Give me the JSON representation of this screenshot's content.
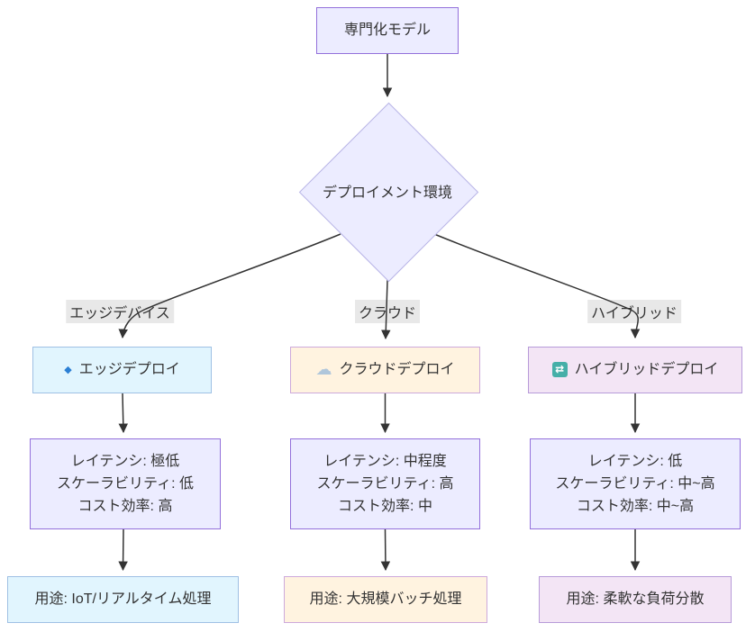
{
  "diagram": {
    "root": {
      "label": "専門化モデル"
    },
    "decision": {
      "label": "デプロイメント環境"
    },
    "branches": [
      {
        "edge_label": "エッジデバイス",
        "deploy": {
          "icon": "small-blue-diamond-icon",
          "icon_glyph": "◆",
          "label": "エッジデプロイ"
        },
        "details": [
          "レイテンシ: 極低",
          "スケーラビリティ: 低",
          "コスト効率: 高"
        ],
        "usage": "用途: IoT/リアルタイム処理"
      },
      {
        "edge_label": "クラウド",
        "deploy": {
          "icon": "cloud-icon",
          "icon_glyph": "☁",
          "label": "クラウドデプロイ"
        },
        "details": [
          "レイテンシ: 中程度",
          "スケーラビリティ: 高",
          "コスト効率: 中"
        ],
        "usage": "用途: 大規模バッチ処理"
      },
      {
        "edge_label": "ハイブリッド",
        "deploy": {
          "icon": "sync-arrows-icon",
          "icon_glyph": "⇄",
          "label": "ハイブリッドデプロイ"
        },
        "details": [
          "レイテンシ: 低",
          "スケーラビリティ: 中~高",
          "コスト効率: 中~高"
        ],
        "usage": "用途: 柔軟な負荷分散"
      }
    ]
  },
  "colors": {
    "node_fill": "#ECECFF",
    "node_border": "#9370DB",
    "diamond_border": "#B9B5E6",
    "edge_fill": "#E1F5FE",
    "edge_border": "#9FC0E4",
    "cloud_fill": "#FFF3E0",
    "cloud_border": "#CDA9DB",
    "hybrid_fill": "#F3E5F5",
    "hybrid_border": "#B79BD9",
    "line": "#333333",
    "label_bg": "#e8e8e8",
    "text": "#333333",
    "edge_icon": "#2B7FD4",
    "cloud_icon": "#AFC6DB",
    "hybrid_icon_bg": "#45AFA8",
    "hybrid_icon_fg": "#FFFFFF"
  }
}
